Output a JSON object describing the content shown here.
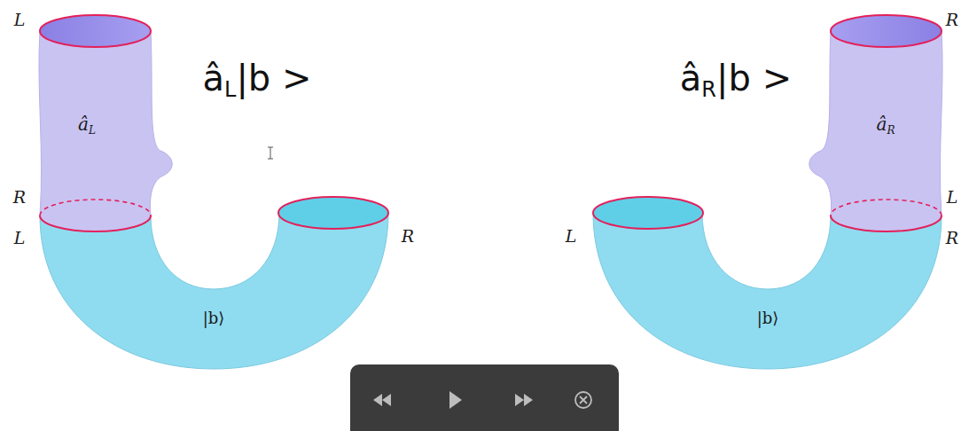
{
  "diagram": {
    "nodes": [
      {
        "text": [
          "âL"
        ]
      },
      {
        "text": [
          "|b⟩"
        ]
      },
      {
        "text": [
          "âR"
        ]
      },
      {
        "text": [
          "|b⟩"
        ]
      }
    ],
    "labels": [
      "L",
      "âL|b >",
      "âR|b >",
      "R",
      "R",
      "L",
      "L",
      "R",
      "L",
      "R"
    ]
  }
}
